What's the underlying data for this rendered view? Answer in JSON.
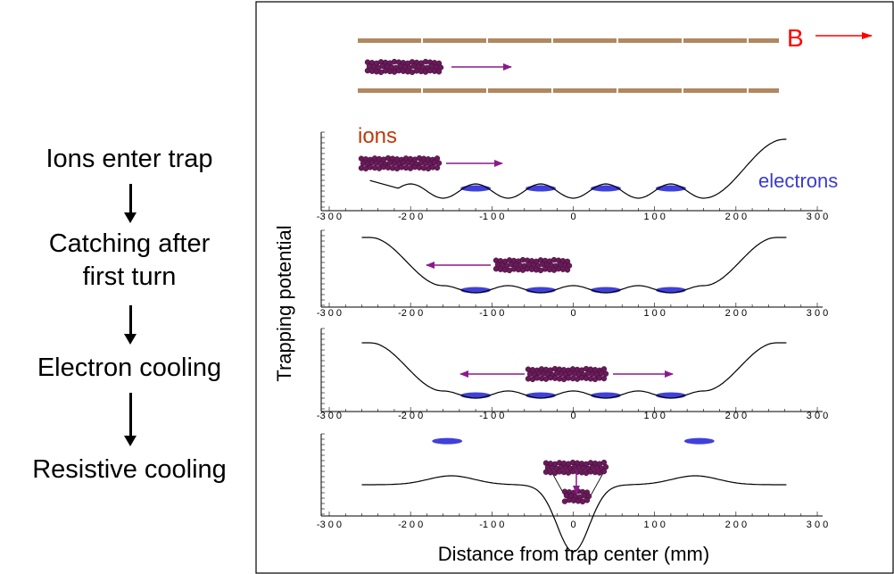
{
  "steps": {
    "ions_enter": "Ions enter trap",
    "catching_line1": "Catching after",
    "catching_line2": "first turn",
    "electron_cooling": "Electron cooling",
    "resistive_cooling": "Resistive cooling"
  },
  "labels": {
    "b_field": "B",
    "ions": "ions",
    "electrons": "electrons",
    "y_axis": "Trapping potential",
    "x_axis": "Distance from trap center (mm)"
  },
  "tick_labels": [
    "-3 0 0",
    "-2 0 0",
    "-1 0 0",
    "0",
    "1 0 0",
    "2 0 0",
    "3 0 0"
  ],
  "colors": {
    "ions": "#6a1a5a",
    "electrons": "#2b2bd6",
    "arrows": "#8b1a8b",
    "b_field": "#ff0000",
    "ions_label": "#c0390b",
    "electrons_label": "#3b3bcc",
    "electrode": "#b08860"
  }
}
